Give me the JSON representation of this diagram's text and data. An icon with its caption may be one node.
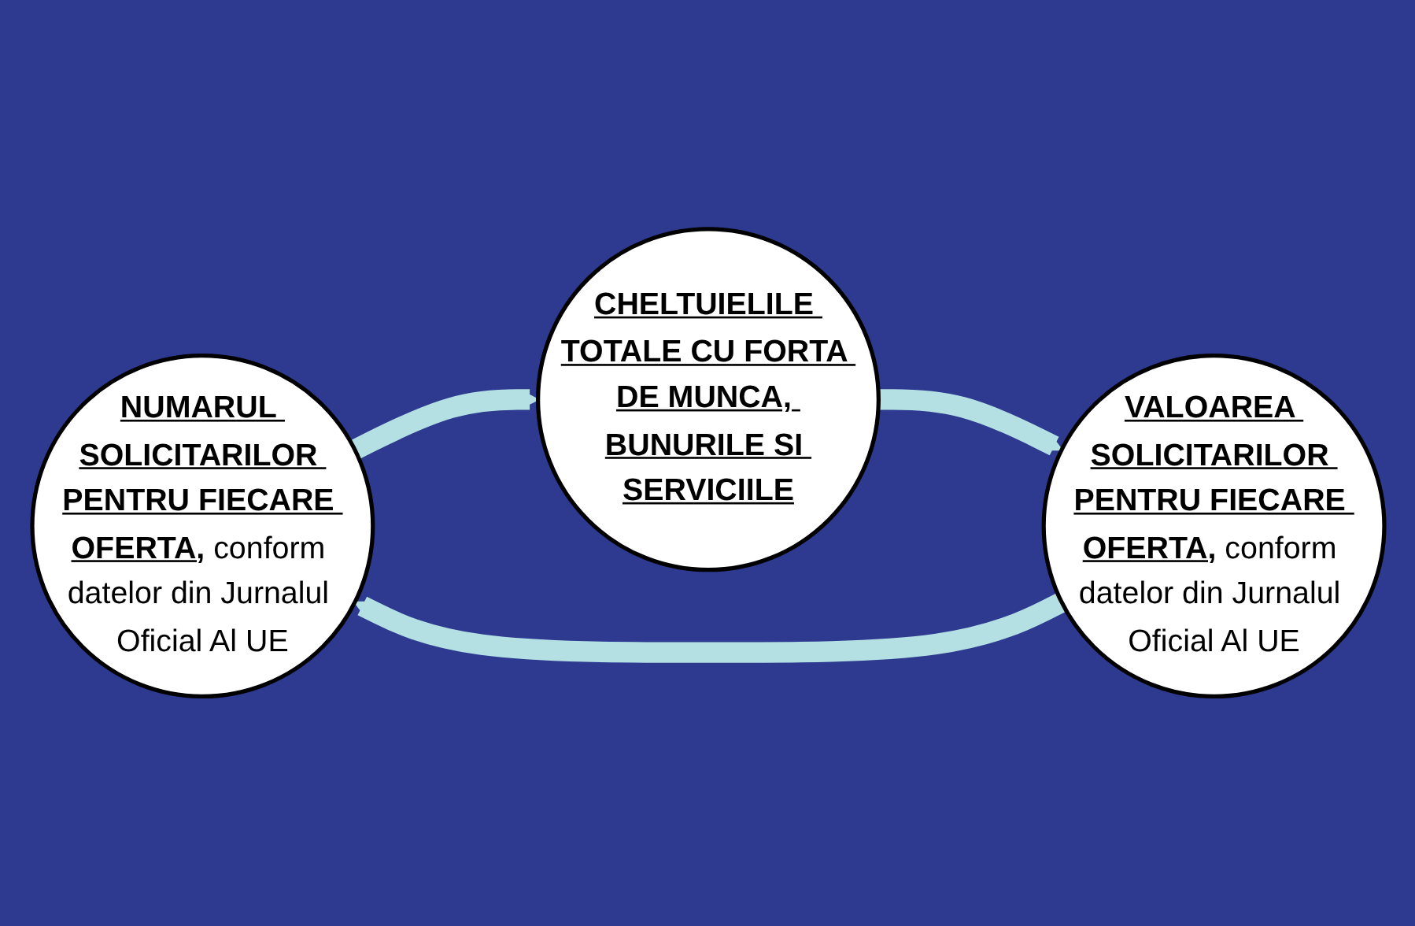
{
  "diagram": {
    "nodes": [
      {
        "text": [
          "**NUMARUL SOLICITARILOR PENTRU FIECARE OFERTA,** conform datelor din Jurnalul Oficial Al UE"
        ]
      },
      {
        "text": [
          "**CHELTUIELILE TOTALE CU FORTA DE MUNCA, BUNURILE SI SERVICIILE**"
        ]
      },
      {
        "text": [
          "**VALOAREA SOLICITARILOR PENTRU FIECARE OFERTA,** conform datelor din Jurnalul Oficial Al UE"
        ]
      }
    ],
    "edges": [
      {
        "from": 0,
        "to": 1,
        "arrow": "to"
      },
      {
        "from": 1,
        "to": 2,
        "arrow": "to"
      },
      {
        "from": 2,
        "to": 0,
        "arrow": "to"
      }
    ]
  }
}
